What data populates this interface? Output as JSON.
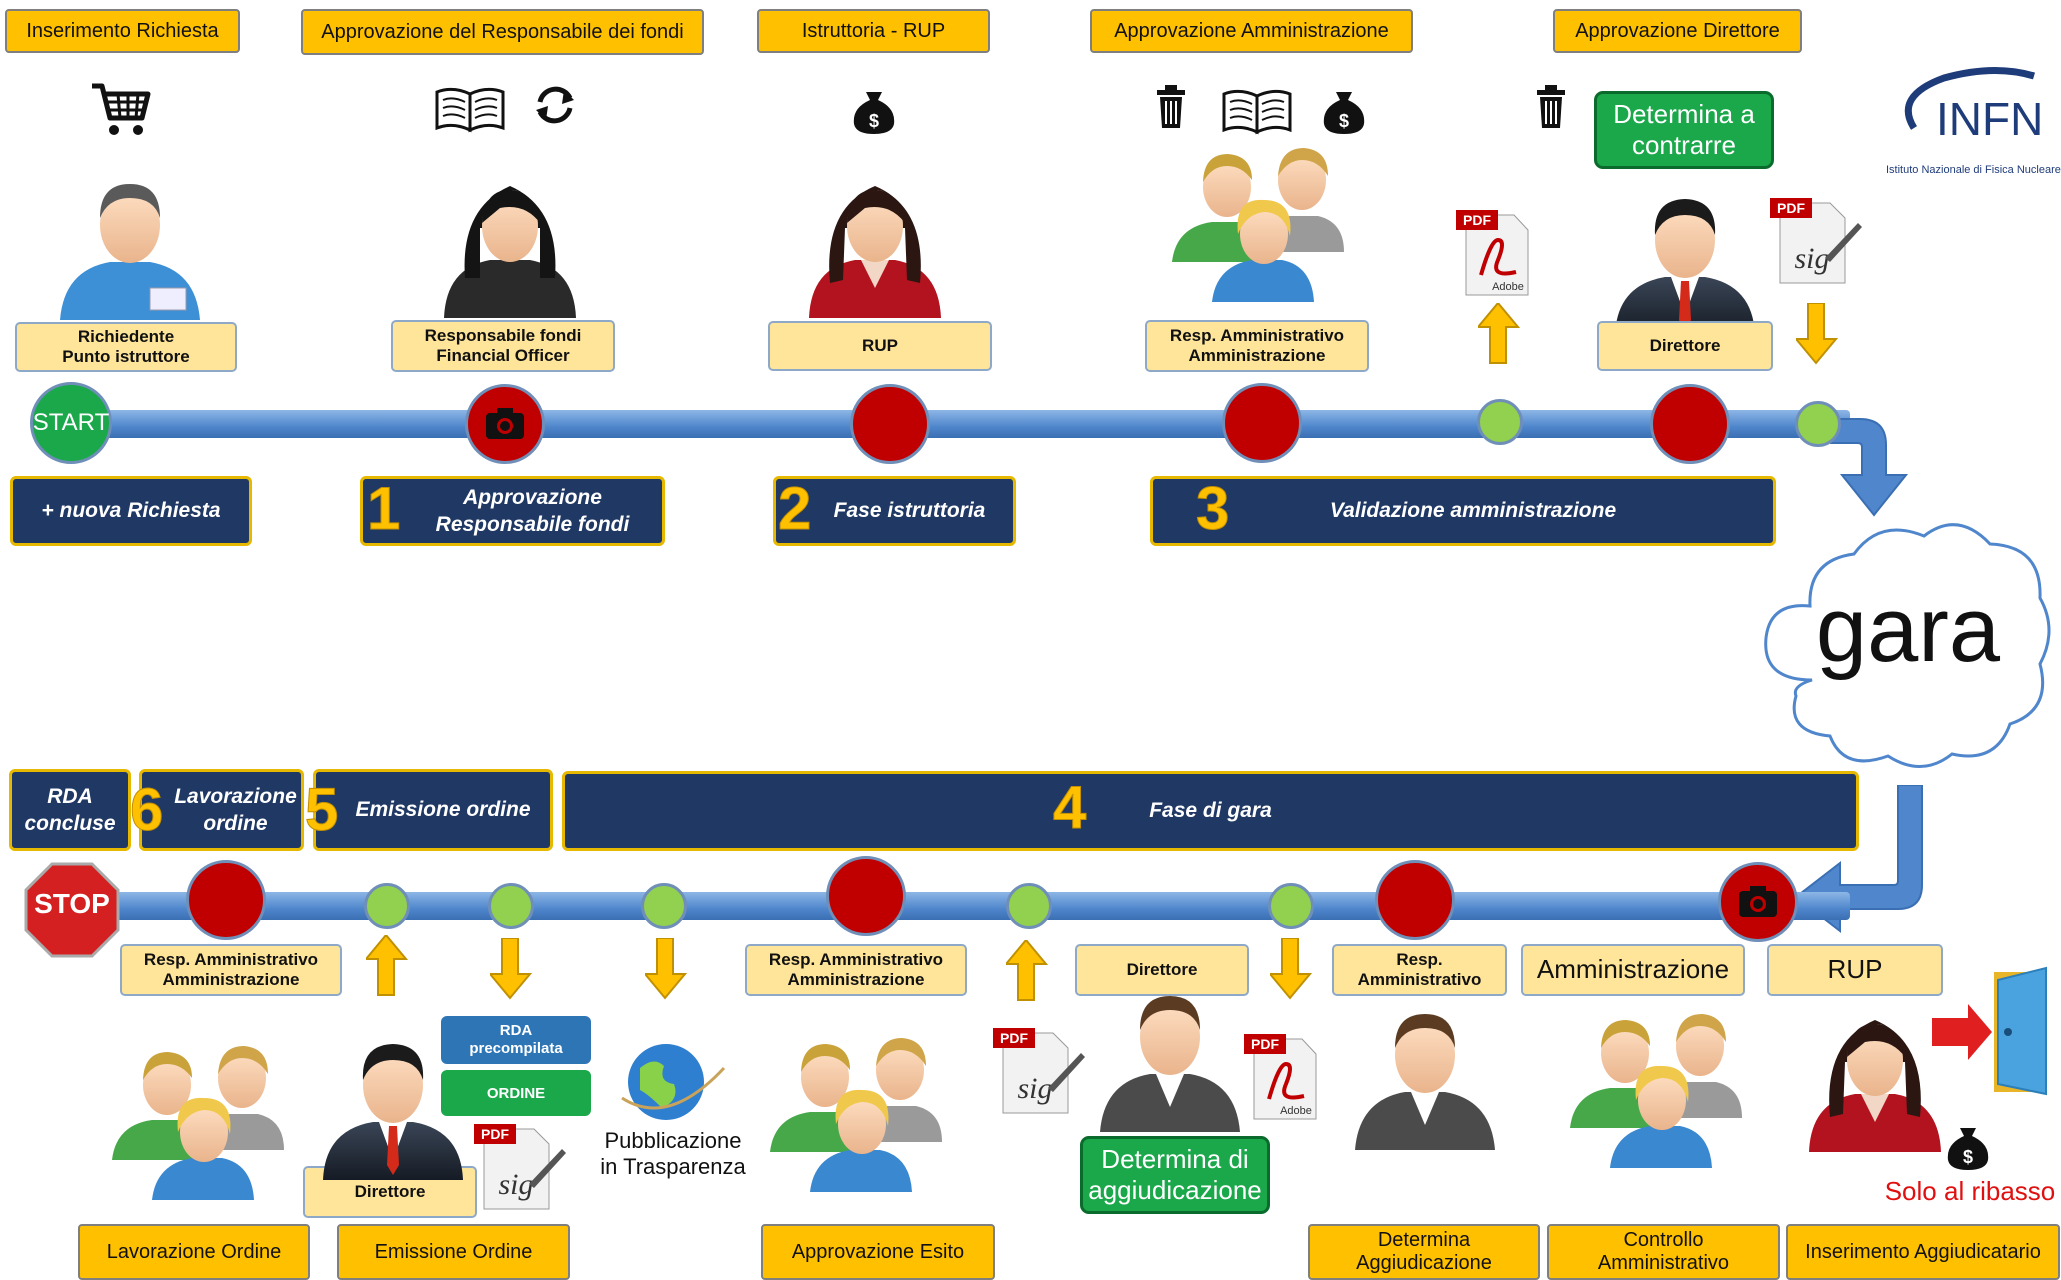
{
  "top_phases": [
    "Inserimento Richiesta",
    "Approvazione del Responsabile dei fondi",
    "Istruttoria - RUP",
    "Approvazione Amministrazione",
    "Approvazione Direttore"
  ],
  "top_roles": {
    "richiedente": "Richiedente\nPunto istruttore",
    "resp_fondi": "Responsabile fondi\nFinancial Officer",
    "rup": "RUP",
    "resp_amm": "Resp. Amministrativo\nAmministrazione",
    "direttore": "Direttore"
  },
  "start_label": "START",
  "stop_label": "STOP",
  "determina_contrarre": "Determina a\ncontrarre",
  "top_steps": {
    "nuova": "+ nuova Richiesta",
    "s1_num": "1",
    "s1": "Approvazione\nResponsabile fondi",
    "s2_num": "2",
    "s2": "Fase istruttoria",
    "s3_num": "3",
    "s3": "Validazione amministrazione"
  },
  "cloud_label": "gara",
  "logo": {
    "text": "INFN",
    "subtitle": "Istituto Nazionale di Fisica Nucleare"
  },
  "bottom_steps": {
    "rda": "RDA\nconcluse",
    "s6_num": "6",
    "s6": "Lavorazione\nordine",
    "s5_num": "5",
    "s5": "Emissione ordine",
    "s4_num": "4",
    "s4": "Fase di gara"
  },
  "bottom_roles": {
    "resp_amm1": "Resp. Amministrativo\nAmministrazione",
    "direttore1": "Direttore",
    "resp_amm2": "Resp. Amministrativo\nAmministrazione",
    "direttore2": "Direttore",
    "resp_amm3": "Resp.\nAmministrativo",
    "amministrazione": "Amministrazione",
    "rup": "RUP"
  },
  "rda_precompilata": "RDA\nprecompilata",
  "ordine": "ORDINE",
  "pubblicazione": "Pubblicazione\nin Trasparenza",
  "determina_aggiudicazione": "Determina di\naggiudicazione",
  "solo_ribasso": "Solo al ribasso",
  "bottom_phases": [
    "Lavorazione Ordine",
    "Emissione Ordine",
    "Approvazione Esito",
    "Determina\nAggiudicazione",
    "Controllo\nAmministrativo",
    "Inserimento Aggiudicatario"
  ],
  "pdf_label": "PDF",
  "adobe_label": "Adobe",
  "sig_label": "sig",
  "colors": {
    "accent": "#ffc000",
    "navy": "#1f3864",
    "green": "#1aa84b",
    "red": "#c00000",
    "lightgreen": "#92d050",
    "track": "#4f86cc"
  }
}
